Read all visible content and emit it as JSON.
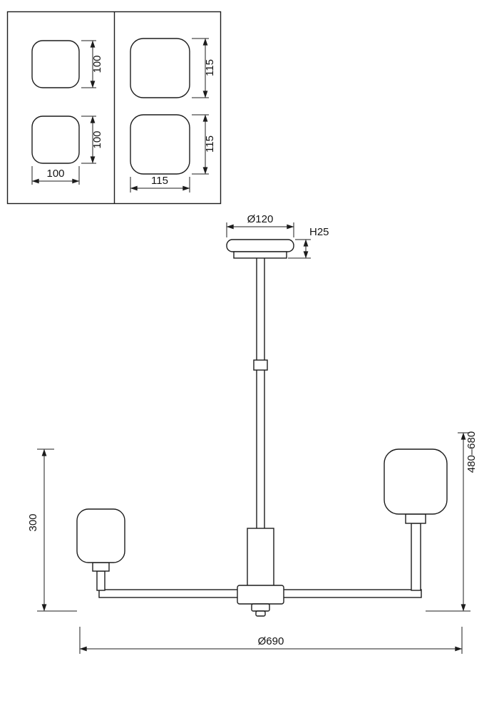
{
  "colors": {
    "line": "#1c1c1c",
    "background": "#ffffff"
  },
  "detail_views": {
    "small_shade": {
      "top_height": "100",
      "bottom_height": "100",
      "width": "100"
    },
    "large_shade": {
      "top_height": "115",
      "bottom_height": "115",
      "width": "115"
    }
  },
  "fixture_dimensions": {
    "canopy_diameter": "Ø120",
    "canopy_height": "H25",
    "overall_height_range": "480–680",
    "side_drop_height": "300",
    "overall_diameter": "Ø690"
  }
}
